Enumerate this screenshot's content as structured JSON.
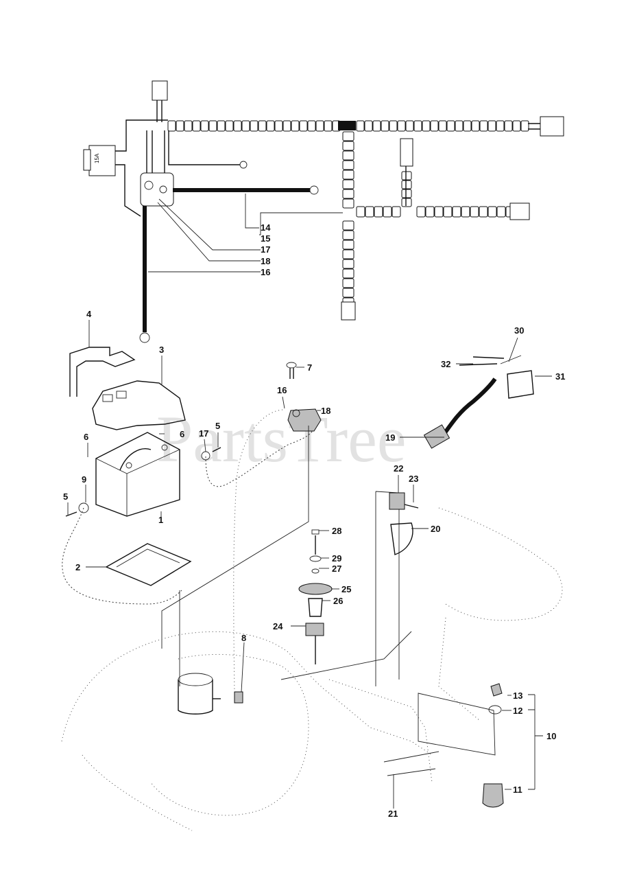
{
  "watermark": "PartsTree",
  "callouts": [
    {
      "id": "c14",
      "text": "14"
    },
    {
      "id": "c15",
      "text": "15"
    },
    {
      "id": "c17a",
      "text": "17"
    },
    {
      "id": "c18a",
      "text": "18"
    },
    {
      "id": "c16a",
      "text": "16"
    },
    {
      "id": "c4",
      "text": "4"
    },
    {
      "id": "c3",
      "text": "3"
    },
    {
      "id": "c7",
      "text": "7"
    },
    {
      "id": "c30",
      "text": "30"
    },
    {
      "id": "c32",
      "text": "32"
    },
    {
      "id": "c31",
      "text": "31"
    },
    {
      "id": "c16b",
      "text": "16"
    },
    {
      "id": "c18b",
      "text": "18"
    },
    {
      "id": "c5a",
      "text": "5"
    },
    {
      "id": "c17b",
      "text": "17"
    },
    {
      "id": "c6a",
      "text": "6"
    },
    {
      "id": "c6b",
      "text": "6"
    },
    {
      "id": "c19",
      "text": "19"
    },
    {
      "id": "c9",
      "text": "9"
    },
    {
      "id": "c5b",
      "text": "5"
    },
    {
      "id": "c1",
      "text": "1"
    },
    {
      "id": "c22",
      "text": "22"
    },
    {
      "id": "c23",
      "text": "23"
    },
    {
      "id": "c20",
      "text": "20"
    },
    {
      "id": "c28",
      "text": "28"
    },
    {
      "id": "c29",
      "text": "29"
    },
    {
      "id": "c27",
      "text": "27"
    },
    {
      "id": "c2",
      "text": "2"
    },
    {
      "id": "c25",
      "text": "25"
    },
    {
      "id": "c26",
      "text": "26"
    },
    {
      "id": "c24",
      "text": "24"
    },
    {
      "id": "c8",
      "text": "8"
    },
    {
      "id": "c13",
      "text": "13"
    },
    {
      "id": "c12",
      "text": "12"
    },
    {
      "id": "c10",
      "text": "10"
    },
    {
      "id": "c11",
      "text": "11"
    },
    {
      "id": "c21",
      "text": "21"
    }
  ],
  "relay_label": "15A"
}
